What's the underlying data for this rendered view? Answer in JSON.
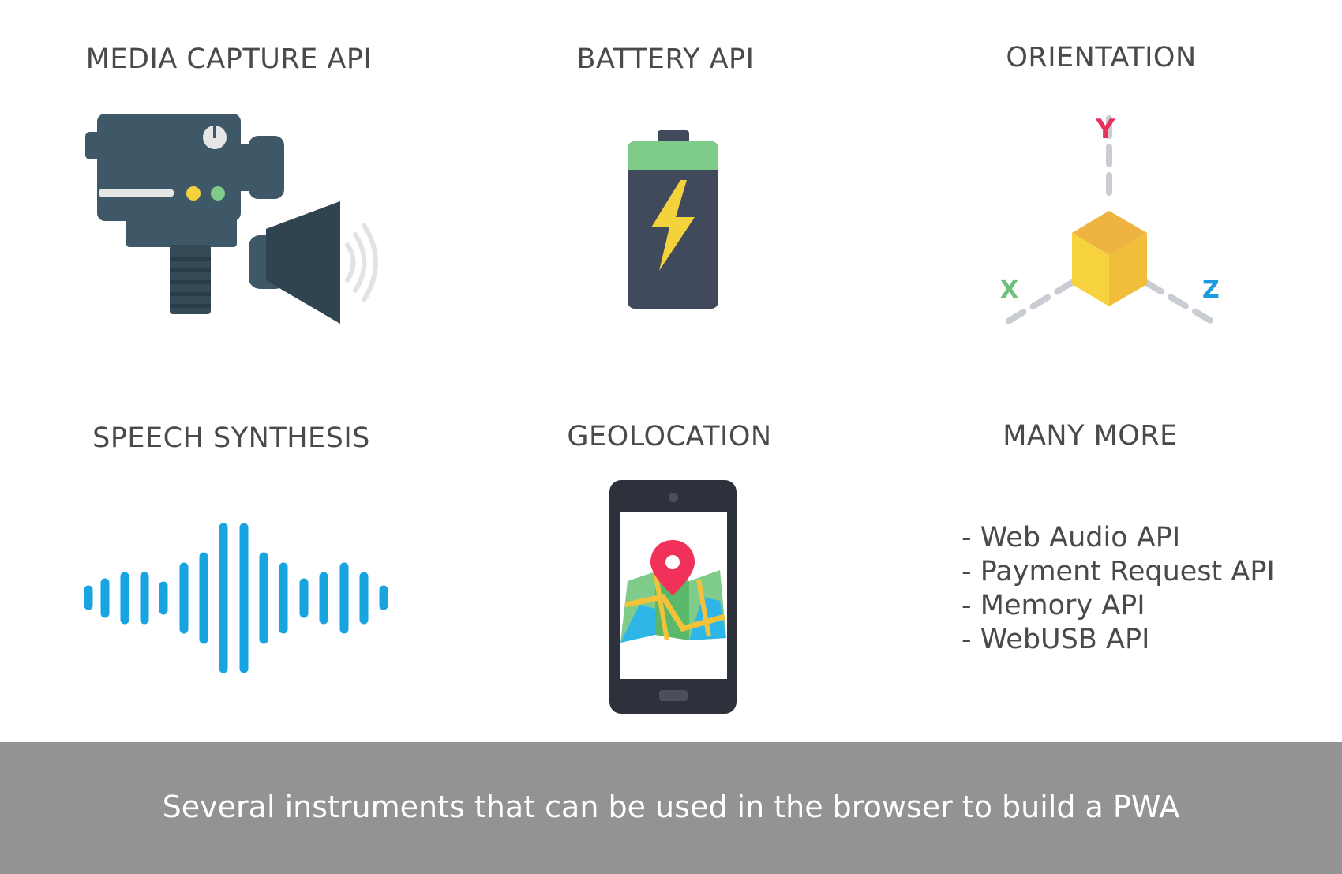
{
  "tiles": {
    "media_capture": {
      "title": "MEDIA CAPTURE API",
      "icon": "video-camera-speaker-icon"
    },
    "battery": {
      "title": "BATTERY API",
      "icon": "battery-icon"
    },
    "orientation": {
      "title": "ORIENTATION",
      "icon": "orientation-cube-icon",
      "axes": {
        "y": "Y",
        "x": "X",
        "z": "Z"
      }
    },
    "speech_synthesis": {
      "title": "SPEECH SYNTHESIS",
      "icon": "sound-wave-icon"
    },
    "geolocation": {
      "title": "GEOLOCATION",
      "icon": "phone-map-pin-icon"
    },
    "many_more": {
      "title": "MANY MORE",
      "items": [
        "- Web Audio API",
        "- Payment Request API",
        "- Memory API",
        "- WebUSB API"
      ]
    }
  },
  "footer": {
    "caption": "Several instruments that can be used in the browser to build a PWA"
  },
  "colors": {
    "footer_bg": "#939395",
    "title_text": "#4a4a4a",
    "camera_body": "#3f5868",
    "battery_cap": "#7fcb8a",
    "battery_body": "#414a5c",
    "bolt": "#f4d23c",
    "cube": "#f2c63a",
    "wave": "#17a4e0",
    "pin": "#f2315a",
    "axis_y": "#e8315a",
    "axis_x": "#6cc07a",
    "axis_z": "#1a9be0"
  }
}
